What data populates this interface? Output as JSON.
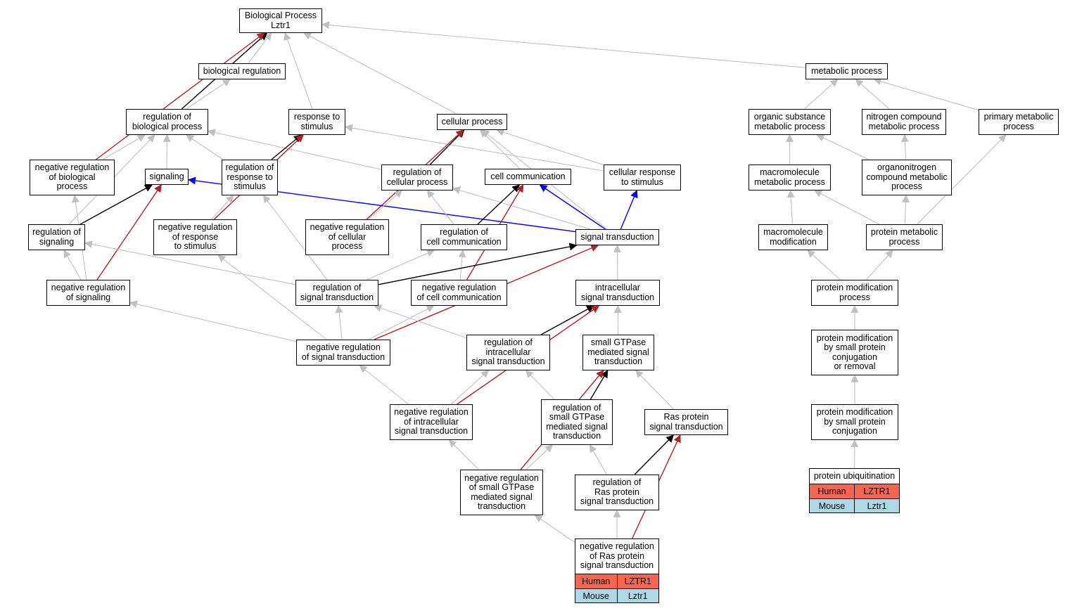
{
  "nodes": [
    {
      "id": "bp",
      "label": "Biological Process\nLztr1"
    },
    {
      "id": "breg",
      "label": "biological regulation"
    },
    {
      "id": "met",
      "label": "metabolic process"
    },
    {
      "id": "regbp",
      "label": "regulation of\nbiological process"
    },
    {
      "id": "resp",
      "label": "response to\nstimulus"
    },
    {
      "id": "cell",
      "label": "cellular process"
    },
    {
      "id": "org",
      "label": "organic substance\nmetabolic process"
    },
    {
      "id": "nitro",
      "label": "nitrogen compound\nmetabolic process"
    },
    {
      "id": "prim",
      "label": "primary metabolic\nprocess"
    },
    {
      "id": "negbp",
      "label": "negative regulation\nof biological\nprocess"
    },
    {
      "id": "sig",
      "label": "signaling"
    },
    {
      "id": "regresp",
      "label": "regulation of\nresponse to\nstimulus"
    },
    {
      "id": "regcell",
      "label": "regulation of\ncellular process"
    },
    {
      "id": "comm",
      "label": "cell communication"
    },
    {
      "id": "cresp",
      "label": "cellular response\nto stimulus"
    },
    {
      "id": "macro",
      "label": "macromolecule\nmetabolic process"
    },
    {
      "id": "orgn",
      "label": "organonitrogen\ncompound metabolic\nprocess"
    },
    {
      "id": "regsig",
      "label": "regulation of\nsignaling"
    },
    {
      "id": "negresp",
      "label": "negative regulation\nof response\nto stimulus"
    },
    {
      "id": "negcell",
      "label": "negative regulation\nof cellular\nprocess"
    },
    {
      "id": "regcomm",
      "label": "regulation of\ncell communication"
    },
    {
      "id": "st",
      "label": "signal transduction"
    },
    {
      "id": "mmod",
      "label": "macromolecule\nmodification"
    },
    {
      "id": "pmet",
      "label": "protein metabolic\nprocess"
    },
    {
      "id": "negsig",
      "label": "negative regulation\nof signaling"
    },
    {
      "id": "regst",
      "label": "regulation of\nsignal transduction"
    },
    {
      "id": "negcomm",
      "label": "negative regulation\nof cell communication"
    },
    {
      "id": "ist",
      "label": "intracellular\nsignal transduction"
    },
    {
      "id": "pmp",
      "label": "protein modification\nprocess"
    },
    {
      "id": "negst",
      "label": "negative regulation\nof signal transduction"
    },
    {
      "id": "regist",
      "label": "regulation of\nintracellular\nsignal transduction"
    },
    {
      "id": "gtp",
      "label": "small GTPase\nmediated signal\ntransduction"
    },
    {
      "id": "pmsp",
      "label": "protein modification\nby small protein\nconjugation\nor removal"
    },
    {
      "id": "negist",
      "label": "negative regulation\nof intracellular\nsignal transduction"
    },
    {
      "id": "reggtp",
      "label": "regulation of\nsmall GTPase\nmediated signal\ntransduction"
    },
    {
      "id": "ras",
      "label": "Ras protein\nsignal transduction"
    },
    {
      "id": "pmspc",
      "label": "protein modification\nby small protein\nconjugation"
    },
    {
      "id": "neggtp",
      "label": "negative regulation\nof small GTPase\nmediated signal\ntransduction"
    },
    {
      "id": "regras",
      "label": "regulation of\nRas protein\nsignal transduction"
    },
    {
      "id": "ub",
      "label": "protein ubiquitination"
    },
    {
      "id": "negras",
      "label": "negative regulation\nof Ras protein\nsignal transduction"
    }
  ],
  "orthologs": [
    {
      "id": "ub",
      "rows": [
        {
          "species": "Human",
          "gene": "LZTR1",
          "color": "#fb6550"
        },
        {
          "species": "Mouse",
          "gene": "Lztr1",
          "color": "#add8e6"
        }
      ]
    },
    {
      "id": "negras",
      "rows": [
        {
          "species": "Human",
          "gene": "LZTR1",
          "color": "#fb6550"
        },
        {
          "species": "Mouse",
          "gene": "Lztr1",
          "color": "#add8e6"
        }
      ]
    }
  ],
  "edge_colors": {
    "gray": "#c0c0c0",
    "black": "#000000",
    "red": "#b22222",
    "blue": "#0000ff"
  },
  "edges": [
    {
      "from": "breg",
      "to": "bp",
      "c": "gray"
    },
    {
      "from": "resp",
      "to": "bp",
      "c": "gray"
    },
    {
      "from": "cell",
      "to": "bp",
      "c": "gray"
    },
    {
      "from": "met",
      "to": "bp",
      "c": "gray"
    },
    {
      "from": "regbp",
      "to": "bp",
      "c": "black"
    },
    {
      "from": "negbp",
      "to": "bp",
      "c": "red"
    },
    {
      "from": "regbp",
      "to": "breg",
      "c": "gray"
    },
    {
      "from": "org",
      "to": "met",
      "c": "gray"
    },
    {
      "from": "nitro",
      "to": "met",
      "c": "gray"
    },
    {
      "from": "prim",
      "to": "met",
      "c": "gray"
    },
    {
      "from": "negbp",
      "to": "regbp",
      "c": "gray"
    },
    {
      "from": "sig",
      "to": "regbp",
      "c": "gray"
    },
    {
      "from": "regresp",
      "to": "regbp",
      "c": "gray"
    },
    {
      "from": "regcell",
      "to": "regbp",
      "c": "gray"
    },
    {
      "from": "regsig",
      "to": "regbp",
      "c": "gray"
    },
    {
      "from": "regresp",
      "to": "resp",
      "c": "black"
    },
    {
      "from": "negresp",
      "to": "resp",
      "c": "red"
    },
    {
      "from": "cresp",
      "to": "resp",
      "c": "gray"
    },
    {
      "from": "regcell",
      "to": "cell",
      "c": "black"
    },
    {
      "from": "comm",
      "to": "cell",
      "c": "gray"
    },
    {
      "from": "cresp",
      "to": "cell",
      "c": "gray"
    },
    {
      "from": "negcell",
      "to": "cell",
      "c": "red"
    },
    {
      "from": "st",
      "to": "cell",
      "c": "gray"
    },
    {
      "from": "macro",
      "to": "org",
      "c": "gray"
    },
    {
      "from": "orgn",
      "to": "org",
      "c": "gray"
    },
    {
      "from": "orgn",
      "to": "nitro",
      "c": "gray"
    },
    {
      "from": "pmet",
      "to": "prim",
      "c": "gray"
    },
    {
      "from": "regsig",
      "to": "sig",
      "c": "black"
    },
    {
      "from": "negsig",
      "to": "sig",
      "c": "red"
    },
    {
      "from": "st",
      "to": "sig",
      "c": "blue"
    },
    {
      "from": "negsig",
      "to": "negbp",
      "c": "gray"
    },
    {
      "from": "negresp",
      "to": "regresp",
      "c": "gray"
    },
    {
      "from": "regst",
      "to": "regresp",
      "c": "gray"
    },
    {
      "from": "negcell",
      "to": "regcell",
      "c": "gray"
    },
    {
      "from": "regcomm",
      "to": "regcell",
      "c": "gray"
    },
    {
      "from": "st",
      "to": "regcell",
      "c": "gray"
    },
    {
      "from": "regcomm",
      "to": "comm",
      "c": "black"
    },
    {
      "from": "negcomm",
      "to": "comm",
      "c": "red"
    },
    {
      "from": "st",
      "to": "comm",
      "c": "blue"
    },
    {
      "from": "st",
      "to": "cresp",
      "c": "blue"
    },
    {
      "from": "mmod",
      "to": "macro",
      "c": "gray"
    },
    {
      "from": "pmet",
      "to": "macro",
      "c": "gray"
    },
    {
      "from": "pmet",
      "to": "orgn",
      "c": "gray"
    },
    {
      "from": "negsig",
      "to": "regsig",
      "c": "gray"
    },
    {
      "from": "regst",
      "to": "regsig",
      "c": "gray"
    },
    {
      "from": "negst",
      "to": "negresp",
      "c": "gray"
    },
    {
      "from": "regst",
      "to": "regcomm",
      "c": "gray"
    },
    {
      "from": "negcomm",
      "to": "regcomm",
      "c": "gray"
    },
    {
      "from": "regst",
      "to": "st",
      "c": "black"
    },
    {
      "from": "negst",
      "to": "st",
      "c": "red"
    },
    {
      "from": "ist",
      "to": "st",
      "c": "gray"
    },
    {
      "from": "pmp",
      "to": "mmod",
      "c": "gray"
    },
    {
      "from": "pmp",
      "to": "pmet",
      "c": "gray"
    },
    {
      "from": "negst",
      "to": "negsig",
      "c": "gray"
    },
    {
      "from": "negst",
      "to": "regst",
      "c": "gray"
    },
    {
      "from": "regist",
      "to": "regst",
      "c": "gray"
    },
    {
      "from": "negst",
      "to": "negcomm",
      "c": "gray"
    },
    {
      "from": "regist",
      "to": "ist",
      "c": "black"
    },
    {
      "from": "negist",
      "to": "ist",
      "c": "red"
    },
    {
      "from": "gtp",
      "to": "ist",
      "c": "gray"
    },
    {
      "from": "pmsp",
      "to": "pmp",
      "c": "gray"
    },
    {
      "from": "negist",
      "to": "negst",
      "c": "gray"
    },
    {
      "from": "negist",
      "to": "regist",
      "c": "gray"
    },
    {
      "from": "reggtp",
      "to": "regist",
      "c": "gray"
    },
    {
      "from": "reggtp",
      "to": "gtp",
      "c": "black"
    },
    {
      "from": "neggtp",
      "to": "gtp",
      "c": "red"
    },
    {
      "from": "ras",
      "to": "gtp",
      "c": "gray"
    },
    {
      "from": "pmspc",
      "to": "pmsp",
      "c": "gray"
    },
    {
      "from": "neggtp",
      "to": "negist",
      "c": "gray"
    },
    {
      "from": "neggtp",
      "to": "reggtp",
      "c": "gray"
    },
    {
      "from": "regras",
      "to": "reggtp",
      "c": "gray"
    },
    {
      "from": "regras",
      "to": "ras",
      "c": "black"
    },
    {
      "from": "negras",
      "to": "ras",
      "c": "red"
    },
    {
      "from": "ub",
      "to": "pmspc",
      "c": "gray"
    },
    {
      "from": "negras",
      "to": "neggtp",
      "c": "gray"
    },
    {
      "from": "negras",
      "to": "regras",
      "c": "gray"
    }
  ]
}
